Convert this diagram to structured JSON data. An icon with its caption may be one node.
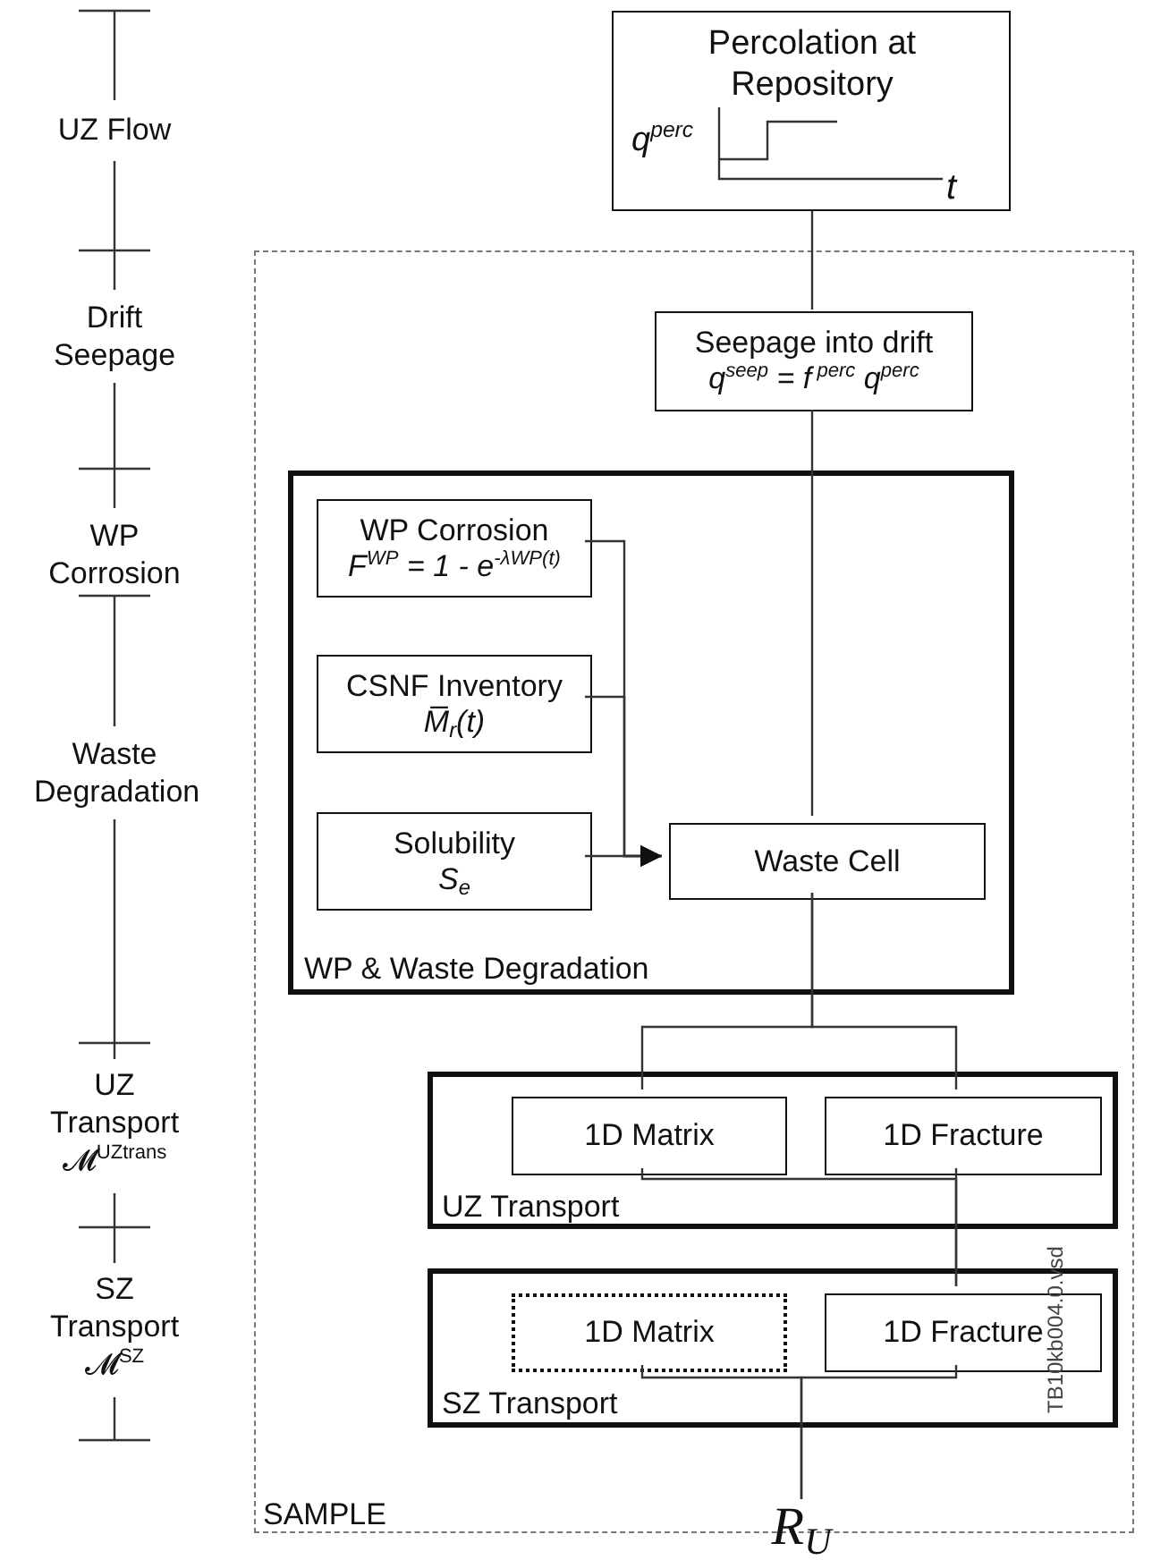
{
  "diagram": {
    "nodes": [
      {
        "text": [
          "Percolation at Repository",
          "q$^{perc}$",
          "t"
        ]
      },
      {
        "text": [
          "SAMPLE"
        ]
      },
      {
        "text": [
          "Seepage into drift",
          "q$^{seep}$ = f$^{ perc}$ q$^{perc}$"
        ],
        "in": 1
      },
      {
        "text": [
          "WP & Waste Degradation"
        ],
        "in": 1
      },
      {
        "text": [
          "WP Corrosion",
          "F$^{WP}$ = 1 - e$^{-λWP(t)}$"
        ],
        "in": 3
      },
      {
        "text": [
          "CSNF Inventory",
          "M̅$_{r}$(t)"
        ],
        "in": 3
      },
      {
        "text": [
          "Solubility",
          "S$_{e}$"
        ],
        "in": 3
      },
      {
        "text": [
          "Waste Cell"
        ],
        "in": 3
      },
      {
        "text": [
          "UZ Transport"
        ],
        "in": 1
      },
      {
        "text": [
          "1D Matrix"
        ],
        "in": 8
      },
      {
        "text": [
          "1D Fracture"
        ],
        "in": 8
      },
      {
        "text": [
          "SZ Transport"
        ],
        "in": 1
      },
      {
        "text": [
          "1D Matrix"
        ],
        "in": 11
      },
      {
        "text": [
          "1D Fracture"
        ],
        "in": 11
      },
      {
        "text": [
          "R$_{U}$"
        ]
      }
    ],
    "edges": [
      {
        "from": 0,
        "to": 2,
        "arrow": "none"
      },
      {
        "from": 2,
        "to": 7,
        "arrow": "none"
      },
      {
        "from": 4,
        "to": 7,
        "arrow": "to"
      },
      {
        "from": 5,
        "to": 7,
        "arrow": "to"
      },
      {
        "from": 6,
        "to": 7,
        "arrow": "to"
      },
      {
        "from": 7,
        "to": 9,
        "arrow": "none"
      },
      {
        "from": 7,
        "to": 10,
        "arrow": "none"
      },
      {
        "from": 9,
        "to": 13,
        "arrow": "none"
      },
      {
        "from": 10,
        "to": 13,
        "arrow": "none"
      },
      {
        "from": 12,
        "to": 14,
        "arrow": "none"
      },
      {
        "from": 13,
        "to": 14,
        "arrow": "none"
      }
    ],
    "labels": [
      "UZ Flow",
      "Drift Seepage",
      "WP Corrosion",
      "Waste Degradation",
      "UZ Transport 𝓜$^{UZtrans}$",
      "SZ Transport 𝓜$^{SZ}$",
      "TB10kb004.0.vsd"
    ]
  }
}
